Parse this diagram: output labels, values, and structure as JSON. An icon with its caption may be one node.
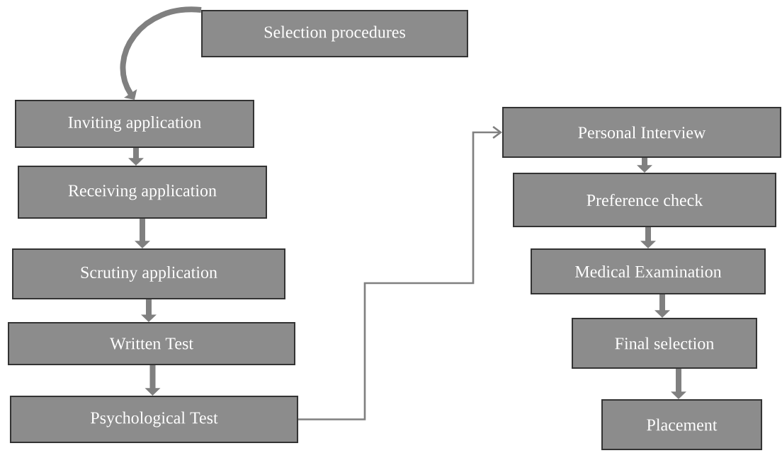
{
  "diagram": {
    "nodes": [
      {
        "text": [
          "Selection procedures"
        ]
      },
      {
        "text": [
          "Inviting application"
        ]
      },
      {
        "text": [
          "Receiving application"
        ]
      },
      {
        "text": [
          "Scrutiny application"
        ]
      },
      {
        "text": [
          "Written Test"
        ]
      },
      {
        "text": [
          "Psychological Test"
        ]
      },
      {
        "text": [
          "Personal  Interview"
        ]
      },
      {
        "text": [
          "Preference check"
        ]
      },
      {
        "text": [
          "Medical Examination"
        ]
      },
      {
        "text": [
          "Final selection"
        ]
      },
      {
        "text": [
          "Placement"
        ]
      }
    ],
    "edges": [
      {
        "from": 0,
        "to": 1,
        "arrow": "to"
      },
      {
        "from": 1,
        "to": 2,
        "arrow": "to"
      },
      {
        "from": 2,
        "to": 3,
        "arrow": "to"
      },
      {
        "from": 3,
        "to": 4,
        "arrow": "to"
      },
      {
        "from": 4,
        "to": 5,
        "arrow": "to"
      },
      {
        "from": 5,
        "to": 6,
        "arrow": "to"
      },
      {
        "from": 6,
        "to": 7,
        "arrow": "to"
      },
      {
        "from": 7,
        "to": 8,
        "arrow": "to"
      },
      {
        "from": 8,
        "to": 9,
        "arrow": "to"
      },
      {
        "from": 9,
        "to": 10,
        "arrow": "to"
      }
    ]
  }
}
